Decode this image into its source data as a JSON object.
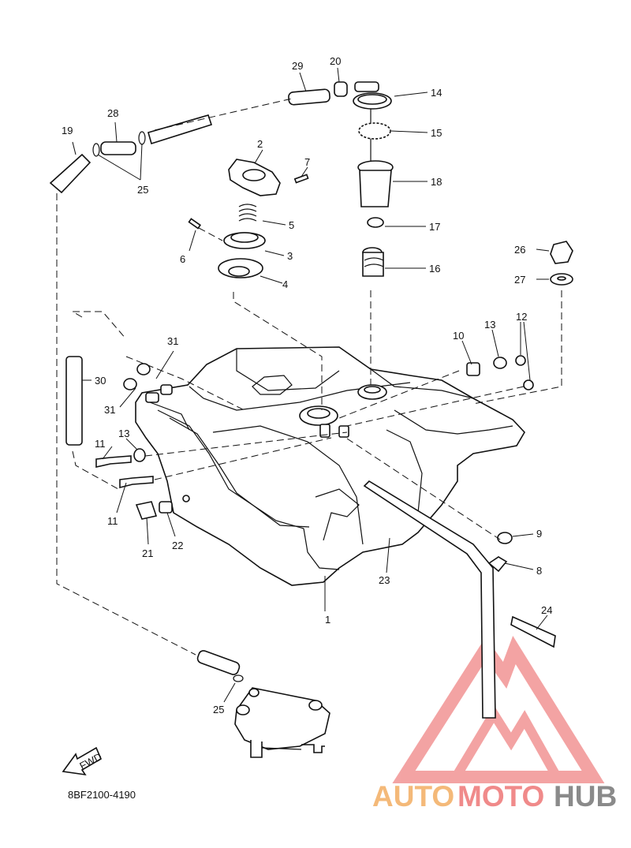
{
  "figure": {
    "code": "8BF2100-4190",
    "fwd_label": "FWD"
  },
  "callouts": [
    {
      "id": "c1",
      "text": "1"
    },
    {
      "id": "c2",
      "text": "2"
    },
    {
      "id": "c3",
      "text": "3"
    },
    {
      "id": "c4",
      "text": "4"
    },
    {
      "id": "c5",
      "text": "5"
    },
    {
      "id": "c6",
      "text": "6"
    },
    {
      "id": "c7",
      "text": "7"
    },
    {
      "id": "c8",
      "text": "8"
    },
    {
      "id": "c9",
      "text": "9"
    },
    {
      "id": "c10",
      "text": "10"
    },
    {
      "id": "c11a",
      "text": "11"
    },
    {
      "id": "c11b",
      "text": "11"
    },
    {
      "id": "c12",
      "text": "12"
    },
    {
      "id": "c13a",
      "text": "13"
    },
    {
      "id": "c13b",
      "text": "13"
    },
    {
      "id": "c14",
      "text": "14"
    },
    {
      "id": "c15",
      "text": "15"
    },
    {
      "id": "c16",
      "text": "16"
    },
    {
      "id": "c17",
      "text": "17"
    },
    {
      "id": "c18",
      "text": "18"
    },
    {
      "id": "c19",
      "text": "19"
    },
    {
      "id": "c20",
      "text": "20"
    },
    {
      "id": "c21",
      "text": "21"
    },
    {
      "id": "c22",
      "text": "22"
    },
    {
      "id": "c23",
      "text": "23"
    },
    {
      "id": "c24",
      "text": "24"
    },
    {
      "id": "c25a",
      "text": "25"
    },
    {
      "id": "c25b",
      "text": "25"
    },
    {
      "id": "c26",
      "text": "26"
    },
    {
      "id": "c27",
      "text": "27"
    },
    {
      "id": "c28",
      "text": "28"
    },
    {
      "id": "c29",
      "text": "29"
    },
    {
      "id": "c30",
      "text": "30"
    },
    {
      "id": "c31a",
      "text": "31"
    },
    {
      "id": "c31b",
      "text": "31"
    }
  ],
  "watermark": {
    "part1": "AUTO",
    "part2": "MOTO",
    "part3": "HUB",
    "color1": "#f4b979",
    "color2": "#f08a8a",
    "color3": "#8a8a8a"
  }
}
